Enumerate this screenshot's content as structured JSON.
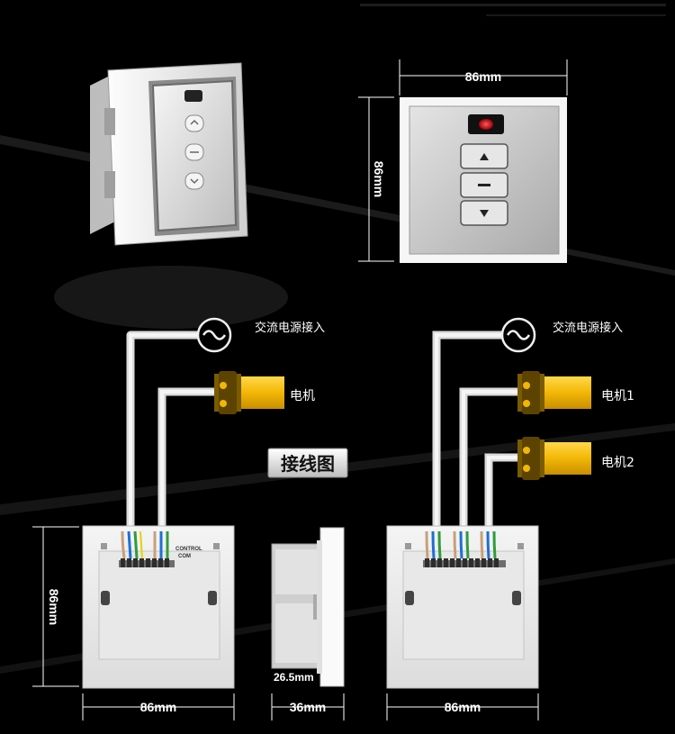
{
  "title_badge": "接线图",
  "labels": {
    "ac_power_in": "交流电源接入",
    "motor": "电机",
    "motor1": "电机1",
    "motor2": "电机2",
    "control": "CONTROL",
    "com": "COM"
  },
  "dimensions": {
    "front_width": "86mm",
    "front_height": "86mm",
    "back_left_height": "86mm",
    "back_left_width": "86mm",
    "side_width": "36mm",
    "side_depth": "26.5mm",
    "back_right_width": "86mm"
  },
  "icons": {
    "indicator": "red-led-icon",
    "up": "triangle-up-icon",
    "stop": "dash-icon",
    "down": "triangle-down-icon",
    "power": "ac-power-icon"
  },
  "colors": {
    "background": "#000000",
    "led": "#e0141e",
    "motor": "#f2b705",
    "wire": "#dcdcdc",
    "panel": "#c8c8c8"
  }
}
